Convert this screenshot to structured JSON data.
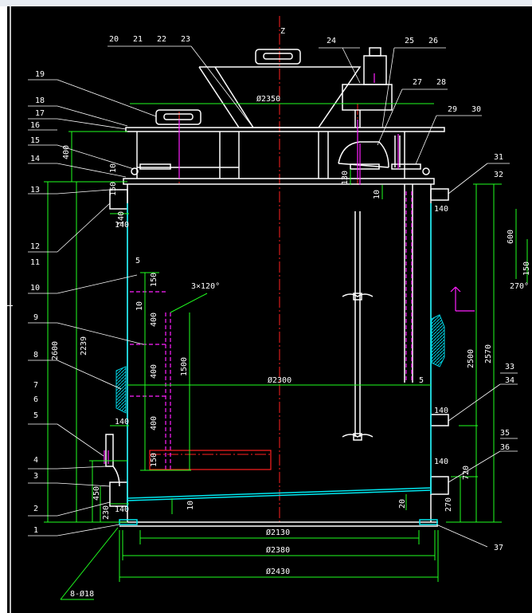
{
  "labels": {
    "top_numbers": [
      "20",
      "21",
      "22",
      "23",
      "24",
      "25",
      "26",
      "27",
      "28",
      "29",
      "30"
    ],
    "left_numbers": [
      "19",
      "18",
      "17",
      "16",
      "15",
      "14",
      "13",
      "12",
      "11",
      "10",
      "9",
      "8",
      "7",
      "6",
      "5",
      "4",
      "3",
      "2",
      "1"
    ],
    "right_numbers": [
      "31",
      "32",
      "33",
      "34",
      "35",
      "36",
      "37"
    ],
    "axis_z": "Z"
  },
  "dimensions": {
    "d_2350": "Ø2350",
    "d_2300": "Ø2300",
    "d_2130": "Ø2130",
    "d_2380": "Ø2380",
    "d_2430": "Ø2430",
    "d_8_18": "8-Ø18",
    "d_400a": "400",
    "d_10a": "10",
    "d_150a": "150",
    "d_140a": "140",
    "d_2600": "2600",
    "d_2239": "2239",
    "d_150b": "150",
    "d_10b": "10",
    "d_400b": "400",
    "d_400c": "400",
    "d_400d": "400",
    "d_150c": "150",
    "d_1500": "1500",
    "d_3x120": "3×120°",
    "d_5a": "5",
    "d_140b": "140",
    "d_140c": "140",
    "d_450": "450",
    "d_230": "230",
    "d_140d": "140",
    "d_10c": "10",
    "d_20": "20",
    "d_130": "130",
    "d_10d": "10",
    "d_140e": "140",
    "d_600": "600",
    "d_150d": "150",
    "d_270deg": "270°",
    "d_2500": "2500",
    "d_2570": "2570",
    "d_5b": "5",
    "d_140f": "140",
    "d_140g": "140",
    "d_720": "720",
    "d_270": "270"
  },
  "colors": {
    "background": "#000000",
    "outline": "#ffffff",
    "dimension": "#00ff00",
    "centerline": "#ff0000",
    "hidden": "#ff00ff",
    "surface": "#00ffff",
    "leader": "#ffffff"
  }
}
